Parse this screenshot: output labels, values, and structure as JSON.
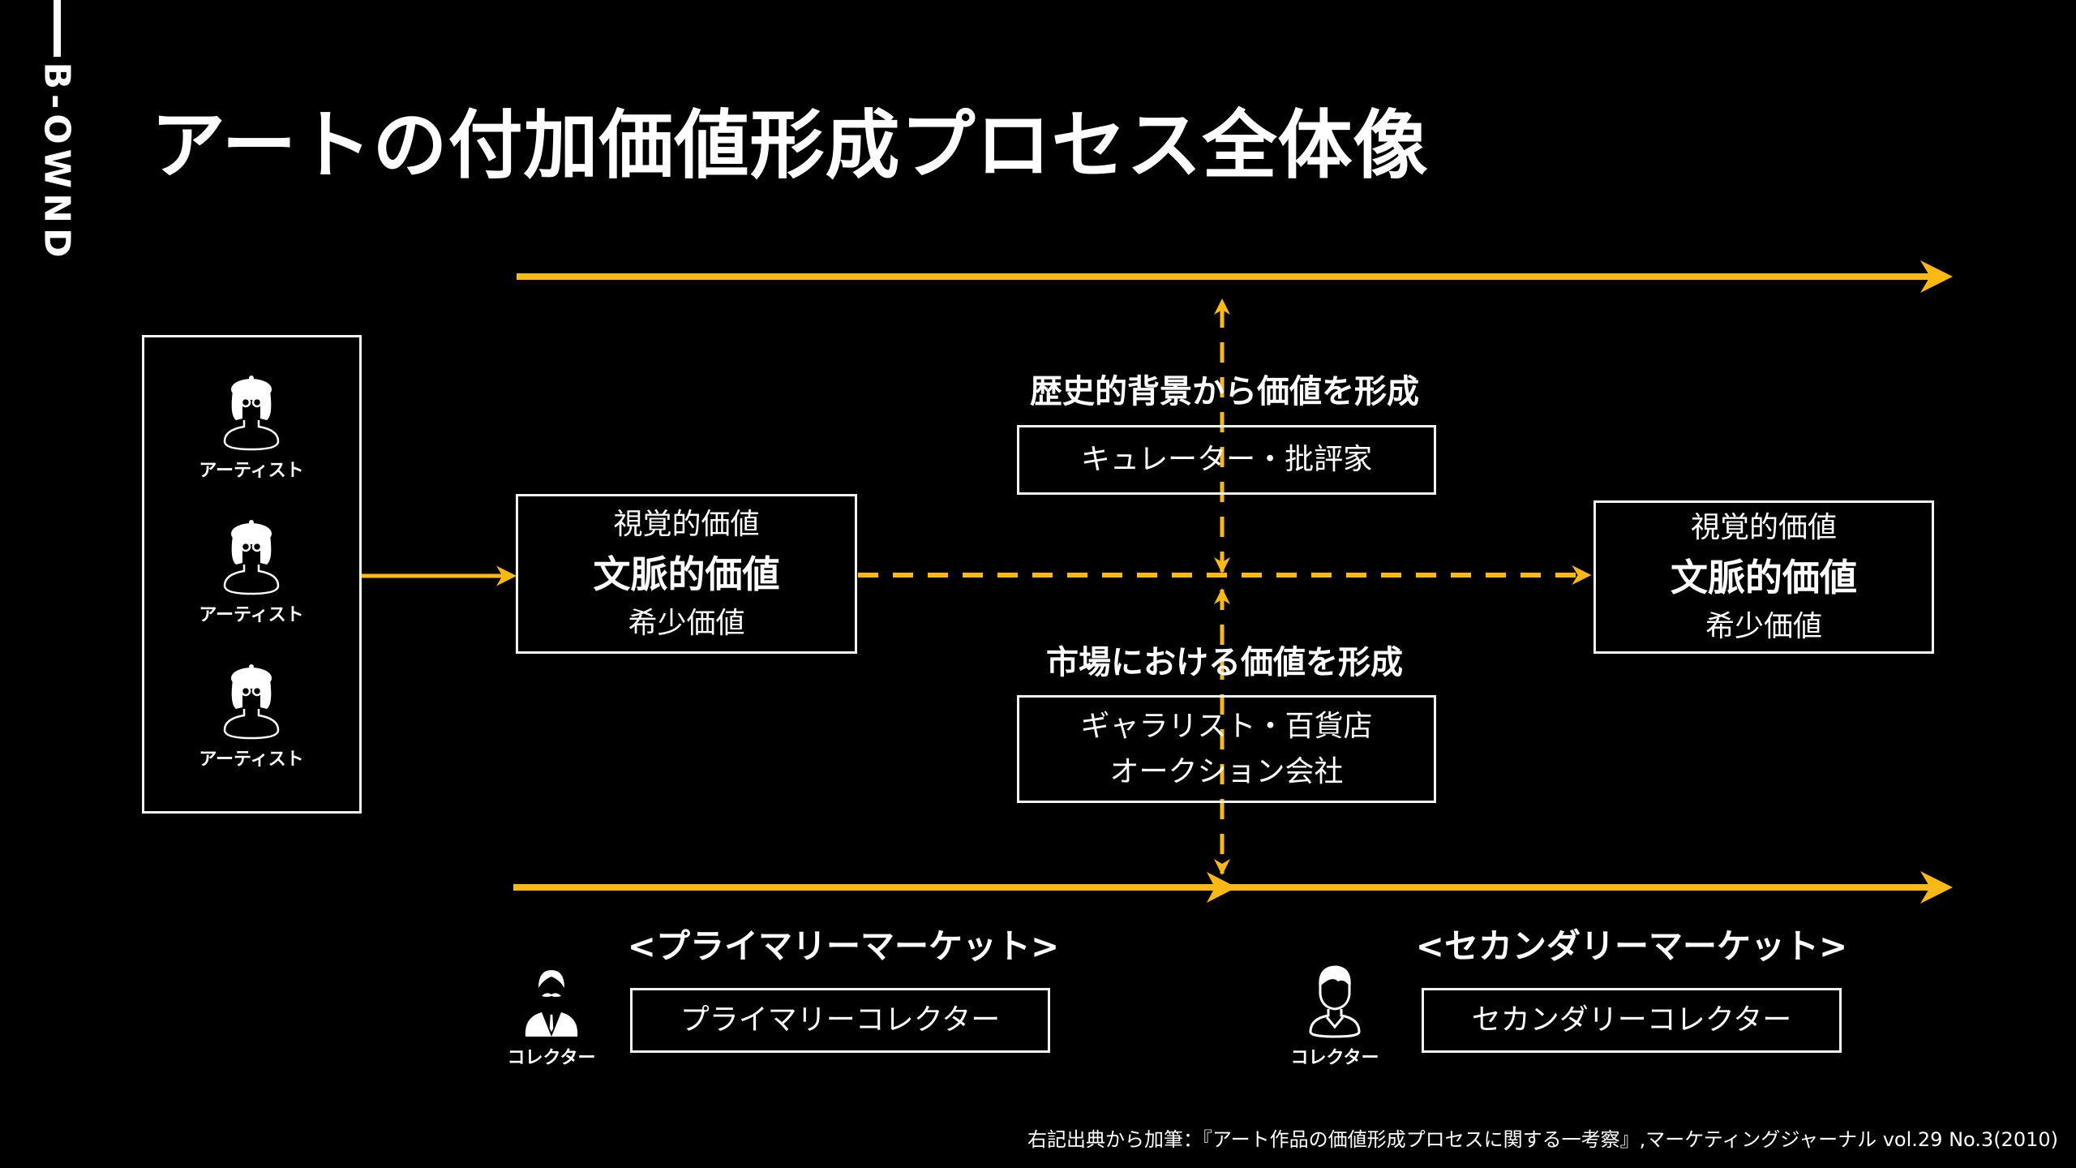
{
  "brand": {
    "logo_text": "B-OWND"
  },
  "title": "アートの付加価値形成プロセス全体像",
  "colors": {
    "accent": "#FDB913",
    "line": "#F2F2F2",
    "background": "#000000"
  },
  "artists": [
    {
      "label": "アーティスト",
      "icon": "artist-icon"
    },
    {
      "label": "アーティスト",
      "icon": "artist-icon"
    },
    {
      "label": "アーティスト",
      "icon": "artist-icon"
    }
  ],
  "value_box_left": {
    "line1": "視覚的価値",
    "line2": "文脈的価値",
    "line3": "希少価値"
  },
  "value_box_right": {
    "line1": "視覚的価値",
    "line2": "文脈的価値",
    "line3": "希少価値"
  },
  "historical": {
    "label": "歴史的背景から価値を形成",
    "box": "キュレーター・批評家"
  },
  "market": {
    "label": "市場における価値を形成",
    "box_line1": "ギャラリスト・百貨店",
    "box_line2": "オークション会社"
  },
  "primary": {
    "title": "<プライマリーマーケット>",
    "box": "プライマリーコレクター",
    "collector_label": "コレクター",
    "icon": "collector-suit-icon"
  },
  "secondary": {
    "title": "<セカンダリーマーケット>",
    "box": "セカンダリーコレクター",
    "collector_label": "コレクター",
    "icon": "collector-casual-icon"
  },
  "footer": "右記出典から加筆：『アート作品の価値形成プロセスに関する一考察』,マーケティングジャーナル vol.29 No.3(2010)"
}
